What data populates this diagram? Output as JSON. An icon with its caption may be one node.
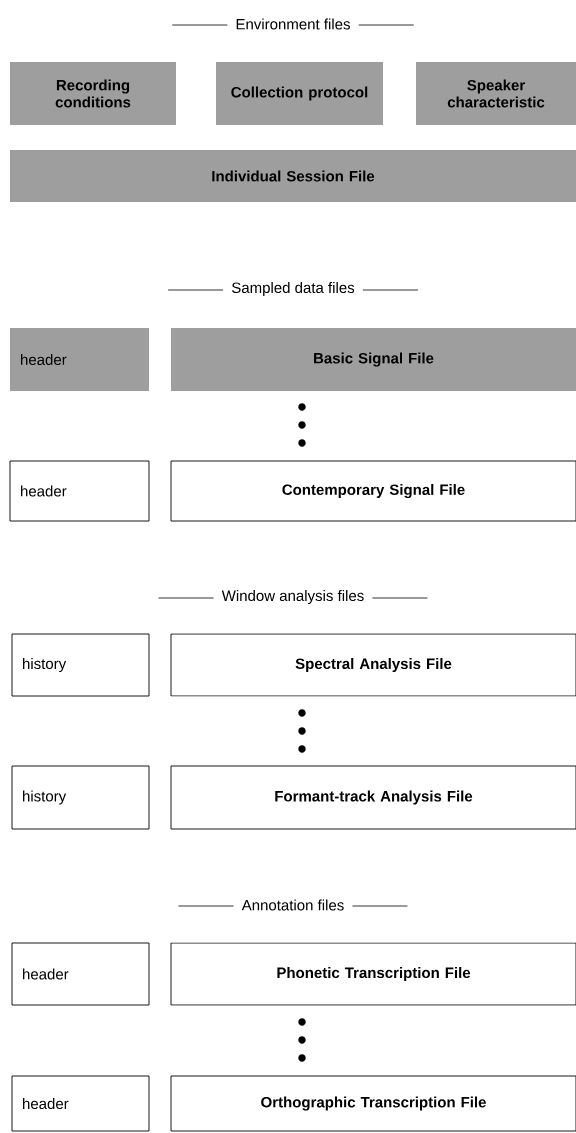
{
  "diagram": {
    "nodes": [
      {
        "text": [
          "Recording conditions"
        ]
      },
      {
        "text": [
          "Collection protocol"
        ]
      },
      {
        "text": [
          "Speaker characteristic"
        ]
      },
      {
        "text": [
          "Individual Session File"
        ]
      },
      {
        "text": [
          "header"
        ]
      },
      {
        "text": [
          "Basic Signal File"
        ]
      },
      {
        "text": [
          "header"
        ]
      },
      {
        "text": [
          "Contemporary Signal File"
        ]
      },
      {
        "text": [
          "history"
        ]
      },
      {
        "text": [
          "Spectral Analysis File"
        ]
      },
      {
        "text": [
          "history"
        ]
      },
      {
        "text": [
          "Formant-track Analysis File"
        ]
      },
      {
        "text": [
          "header"
        ]
      },
      {
        "text": [
          "Phonetic Transcription File"
        ]
      },
      {
        "text": [
          "header"
        ]
      },
      {
        "text": [
          "Orthographic Transcription File"
        ]
      }
    ],
    "labels": [
      "Environment files",
      "Sampled data files",
      "Window analysis files",
      "Annotation files"
    ]
  }
}
